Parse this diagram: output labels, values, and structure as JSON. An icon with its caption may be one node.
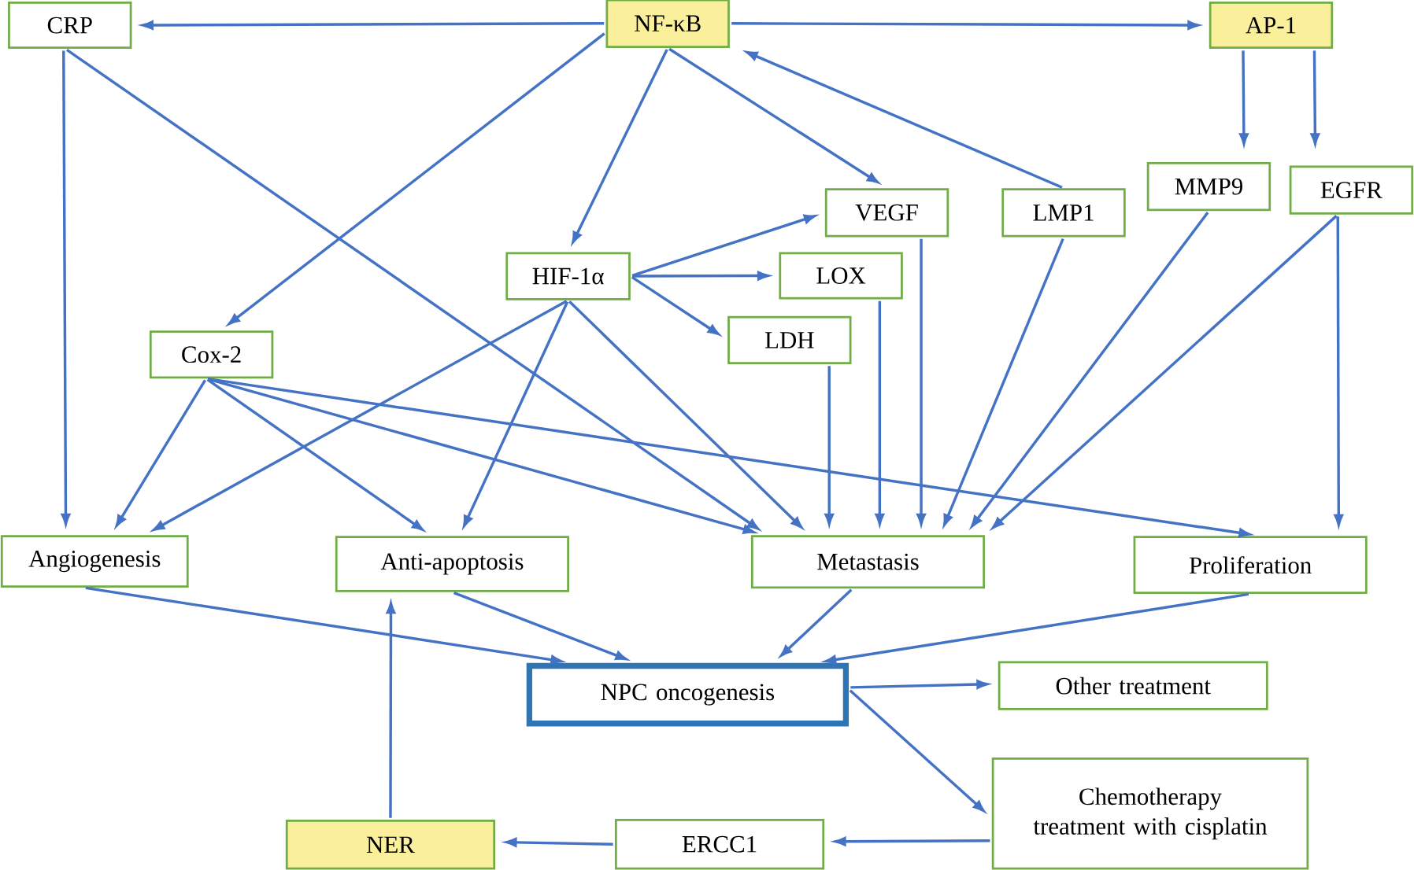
{
  "diagram": {
    "nodes": [
      {
        "text": [
          "CRP"
        ]
      },
      {
        "text": [
          "NF-κB"
        ]
      },
      {
        "text": [
          "AP-1"
        ]
      },
      {
        "text": [
          "MMP9"
        ]
      },
      {
        "text": [
          "EGFR"
        ]
      },
      {
        "text": [
          "VEGF"
        ]
      },
      {
        "text": [
          "LMP1"
        ]
      },
      {
        "text": [
          "HIF-1α"
        ]
      },
      {
        "text": [
          "LOX"
        ]
      },
      {
        "text": [
          "Cox-2"
        ]
      },
      {
        "text": [
          "LDH"
        ]
      },
      {
        "text": [
          "Angiogenesis"
        ]
      },
      {
        "text": [
          "Anti-apoptosis"
        ]
      },
      {
        "text": [
          "Metastasis"
        ]
      },
      {
        "text": [
          "Proliferation"
        ]
      },
      {
        "text": [
          "NPC oncogenesis"
        ]
      },
      {
        "text": [
          "Other treatment"
        ]
      },
      {
        "text": [
          "Chemotherapy treatment with cisplatin"
        ]
      },
      {
        "text": [
          "NER"
        ]
      },
      {
        "text": [
          "ERCC1"
        ]
      }
    ],
    "edges": [
      {
        "from": 1,
        "to": 0,
        "arrow": "to"
      },
      {
        "from": 1,
        "to": 2,
        "arrow": "to"
      },
      {
        "from": 1,
        "to": 9,
        "arrow": "to"
      },
      {
        "from": 1,
        "to": 7,
        "arrow": "to"
      },
      {
        "from": 1,
        "to": 5,
        "arrow": "to"
      },
      {
        "from": 6,
        "to": 1,
        "arrow": "to"
      },
      {
        "from": 2,
        "to": 3,
        "arrow": "to"
      },
      {
        "from": 2,
        "to": 4,
        "arrow": "to"
      },
      {
        "from": 0,
        "to": 11,
        "arrow": "to"
      },
      {
        "from": 0,
        "to": 13,
        "arrow": "to"
      },
      {
        "from": 7,
        "to": 5,
        "arrow": "to"
      },
      {
        "from": 7,
        "to": 8,
        "arrow": "to"
      },
      {
        "from": 7,
        "to": 10,
        "arrow": "to"
      },
      {
        "from": 7,
        "to": 11,
        "arrow": "to"
      },
      {
        "from": 7,
        "to": 12,
        "arrow": "to"
      },
      {
        "from": 7,
        "to": 13,
        "arrow": "to"
      },
      {
        "from": 9,
        "to": 11,
        "arrow": "to"
      },
      {
        "from": 9,
        "to": 12,
        "arrow": "to"
      },
      {
        "from": 9,
        "to": 13,
        "arrow": "to"
      },
      {
        "from": 9,
        "to": 14,
        "arrow": "to"
      },
      {
        "from": 5,
        "to": 13,
        "arrow": "to"
      },
      {
        "from": 8,
        "to": 13,
        "arrow": "to"
      },
      {
        "from": 10,
        "to": 13,
        "arrow": "to"
      },
      {
        "from": 6,
        "to": 13,
        "arrow": "to"
      },
      {
        "from": 3,
        "to": 13,
        "arrow": "to"
      },
      {
        "from": 4,
        "to": 13,
        "arrow": "to"
      },
      {
        "from": 4,
        "to": 14,
        "arrow": "to"
      },
      {
        "from": 11,
        "to": 15,
        "arrow": "to"
      },
      {
        "from": 12,
        "to": 15,
        "arrow": "to"
      },
      {
        "from": 13,
        "to": 15,
        "arrow": "to"
      },
      {
        "from": 14,
        "to": 15,
        "arrow": "to"
      },
      {
        "from": 15,
        "to": 16,
        "arrow": "to"
      },
      {
        "from": 15,
        "to": 17,
        "arrow": "to"
      },
      {
        "from": 17,
        "to": 19,
        "arrow": "to"
      },
      {
        "from": 19,
        "to": 18,
        "arrow": "to"
      },
      {
        "from": 18,
        "to": 12,
        "arrow": "to"
      }
    ]
  }
}
